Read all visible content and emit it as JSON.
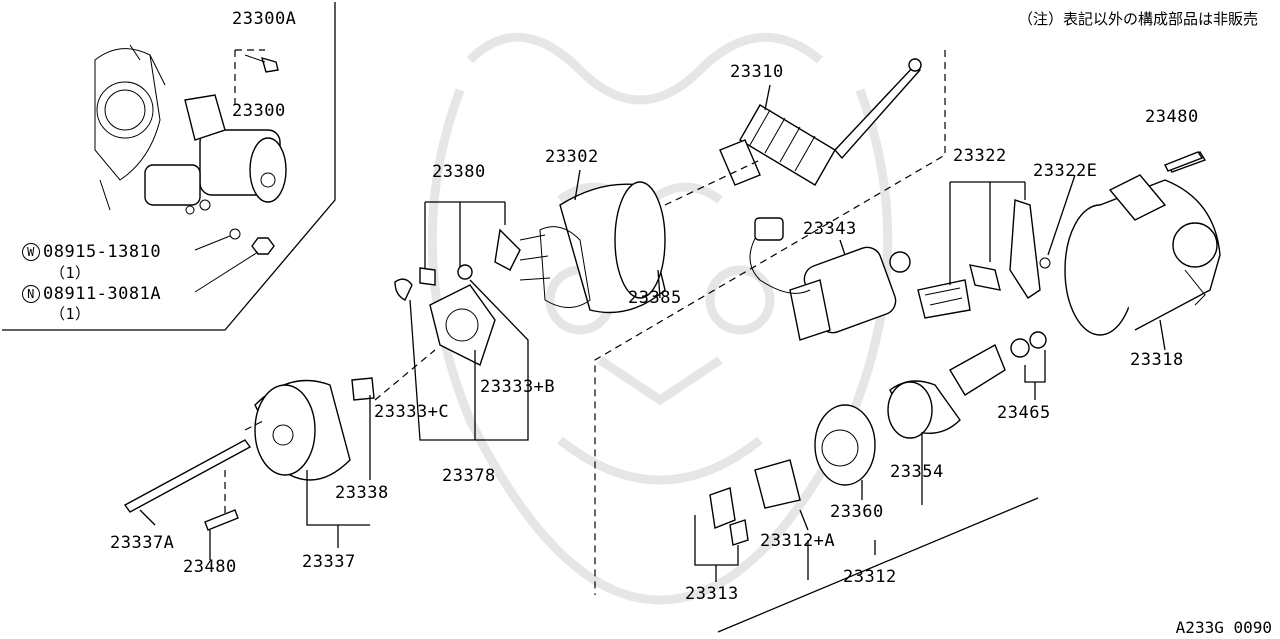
{
  "note": "（注）表記以外の構成部品は非販売",
  "drawing_code": "A233G 0090",
  "parts": {
    "p23300A": "23300A",
    "p23300": "23300",
    "p23310": "23310",
    "p23302": "23302",
    "p23380": "23380",
    "p23385": "23385",
    "p23343": "23343",
    "p23322": "23322",
    "p23322E": "23322E",
    "p23480_top": "23480",
    "p23318": "23318",
    "p23333B": "23333+B",
    "p23333C": "23333+C",
    "p23378": "23378",
    "p23338": "23338",
    "p23337A": "23337A",
    "p23480_bottom": "23480",
    "p23337": "23337",
    "p23465": "23465",
    "p23354": "23354",
    "p23360": "23360",
    "p23312A": "23312+A",
    "p23312": "23312",
    "p23313": "23313"
  },
  "hardware": [
    {
      "symbol": "W",
      "number": "08915-13810",
      "qty": "（1）"
    },
    {
      "symbol": "N",
      "number": "08911-3081A",
      "qty": "（1）"
    }
  ]
}
